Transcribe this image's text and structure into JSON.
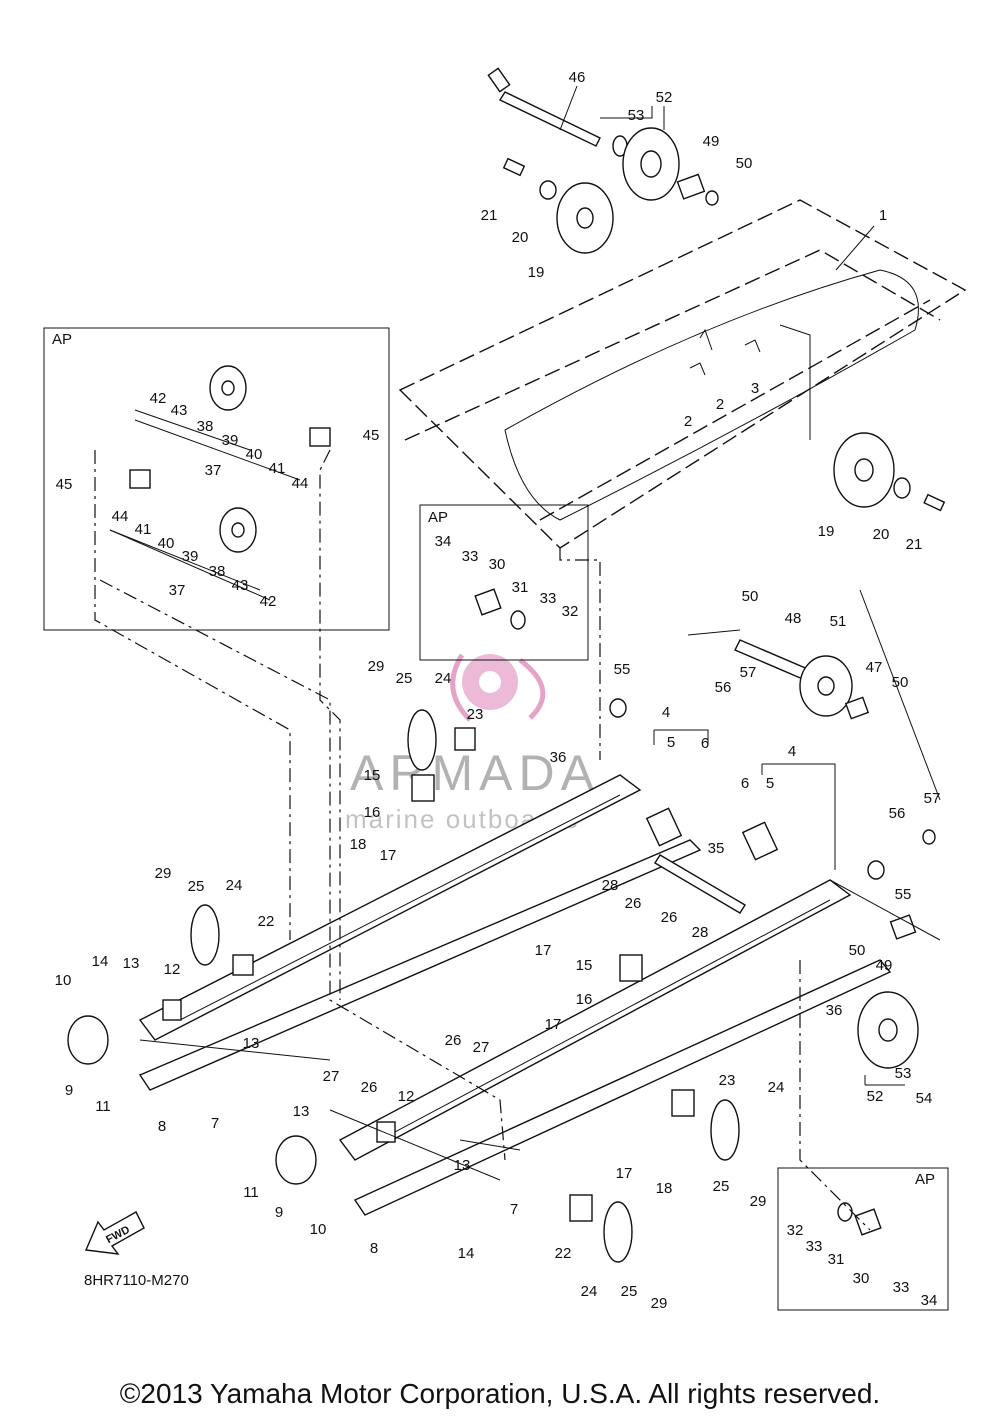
{
  "diagram": {
    "code": "8HR7110-M270",
    "copyright": "©2013 Yamaha Motor Corporation, U.S.A. All rights reserved.",
    "fwd_label": "FWD",
    "ap_label": "AP",
    "watermark": {
      "brand": "ARMADA",
      "tagline": "marine outboards"
    },
    "colors": {
      "watermark_logo": "#e6a3c8",
      "line": "#111111"
    }
  },
  "callouts": {
    "c46": "46",
    "c52a": "52",
    "c53a": "53",
    "c49a": "49",
    "c50a": "50",
    "c21a": "21",
    "c20a": "20",
    "c19a": "19",
    "c1": "1",
    "c2a": "2",
    "c2b": "2",
    "c3": "3",
    "c19b": "19",
    "c20b": "20",
    "c21b": "21",
    "c42a": "42",
    "c43a": "43",
    "c38a": "38",
    "c39a": "39",
    "c40a": "40",
    "c41a": "41",
    "c37a": "37",
    "c44a": "44",
    "c45a": "45",
    "c45b": "45",
    "c44b": "44",
    "c41b": "41",
    "c40b": "40",
    "c39b": "39",
    "c38b": "38",
    "c43b": "43",
    "c37b": "37",
    "c42b": "42",
    "c34a": "34",
    "c33a": "33",
    "c30a": "30",
    "c31a": "31",
    "c33b": "33",
    "c32a": "32",
    "c50b": "50",
    "c48": "48",
    "c51": "51",
    "c55a": "55",
    "c57a": "57",
    "c56a": "56",
    "c47": "47",
    "c50c": "50",
    "c4a": "4",
    "c5a": "5",
    "c6a": "6",
    "c4b": "4",
    "c6b": "6",
    "c5b": "5",
    "c29a": "29",
    "c25a": "25",
    "c24a": "24",
    "c23a": "23",
    "c36a": "36",
    "c15a": "15",
    "c16a": "16",
    "c18a": "18",
    "c17a": "17",
    "c56b": "56",
    "c57b": "57",
    "c55b": "55",
    "c35": "35",
    "c29b": "29",
    "c25b": "25",
    "c24b": "24",
    "c22a": "22",
    "c14a": "14",
    "c13a": "13",
    "c10a": "10",
    "c12a": "12",
    "c13b": "13",
    "c9a": "9",
    "c11a": "11",
    "c8a": "8",
    "c7a": "7",
    "c27a": "27",
    "c26a": "26",
    "c28a": "28",
    "c26b": "26",
    "c17b": "17",
    "c26c": "26",
    "c28b": "28",
    "c15b": "15",
    "c16b": "16",
    "c17c": "17",
    "c50d": "50",
    "c49b": "49",
    "c36b": "36",
    "c53b": "53",
    "c54": "54",
    "c52b": "52",
    "c26d": "26",
    "c27b": "27",
    "c12b": "12",
    "c13c": "13",
    "c13d": "13",
    "c23b": "23",
    "c24c": "24",
    "c25c": "25",
    "c29c": "29",
    "c11b": "11",
    "c9b": "9",
    "c10b": "10",
    "c8b": "8",
    "c7b": "7",
    "c14b": "14",
    "c17d": "17",
    "c18b": "18",
    "c22b": "22",
    "c24d": "24",
    "c25d": "25",
    "c29d": "29",
    "c32b": "32",
    "c33c": "33",
    "c31b": "31",
    "c30b": "30",
    "c33d": "33",
    "c34b": "34"
  }
}
